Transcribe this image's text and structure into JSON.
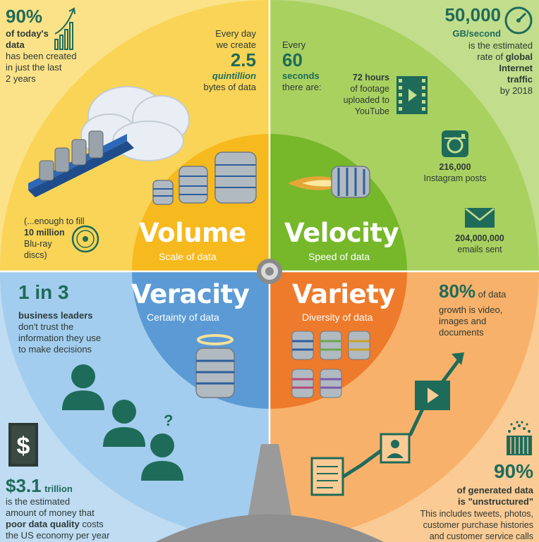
{
  "volume": {
    "title": "Volume",
    "subtitle": "Scale of data",
    "stat1": {
      "value": "90%",
      "l1": "of today's",
      "l2": "data",
      "l3": "has been created",
      "l4": "in just the last",
      "l5": "2 years"
    },
    "stat2": {
      "l1": "Every day",
      "l2": "we create",
      "value": "2.5",
      "unit": "quintillion",
      "l3": "bytes of data"
    },
    "stat3": {
      "l1": "(...enough to fill",
      "l2": "10 million",
      "l3": "Blu-ray",
      "l4": "discs)"
    }
  },
  "velocity": {
    "title": "Velocity",
    "subtitle": "Speed of data",
    "stat1": {
      "value": "50,000",
      "unit": "GB/second",
      "l1": "is the estimated",
      "l2a": "rate of ",
      "l2b": "global",
      "l3": "Internet",
      "l4": "traffic",
      "l5": "by 2018"
    },
    "stat2": {
      "l1": "Every",
      "value": "60",
      "l2": "seconds",
      "l3": "there are:"
    },
    "youtube": {
      "l1": "72 hours",
      "l2": "of footage",
      "l3": "uploaded to",
      "l4": "YouTube"
    },
    "instagram": {
      "l1": "216,000",
      "l2": "Instagram posts"
    },
    "email": {
      "l1": "204,000,000",
      "l2": "emails sent"
    }
  },
  "veracity": {
    "title": "Veracity",
    "subtitle": "Certainty of data",
    "stat1": {
      "value": "1 in 3",
      "l1": "business leaders",
      "l2": "don't trust the",
      "l3": "information they use",
      "l4": "to make decisions"
    },
    "stat2": {
      "value": "$3.1",
      "unit": "trillion",
      "l1": "is the estimated",
      "l2": "amount of money that",
      "l3a": "poor data quality",
      "l3b": " costs",
      "l4": "the US economy per year"
    }
  },
  "variety": {
    "title": "Variety",
    "subtitle": "Diversity of data",
    "stat1": {
      "value": "80%",
      "l1": " of data",
      "l2": "growth is video,",
      "l3": "images and",
      "l4": "documents"
    },
    "stat2": {
      "value": "90%",
      "l1": "of generated data",
      "l2": "is \"unstructured\"",
      "l3": "This includes tweets, photos,",
      "l4": "customer purchase histories",
      "l5": "and customer service calls"
    }
  },
  "colors": {
    "volume": "#f7c83a",
    "velocity": "#8dc63f",
    "veracity": "#6aa9dc",
    "variety": "#f0883f",
    "accent": "#1f6b5a"
  }
}
